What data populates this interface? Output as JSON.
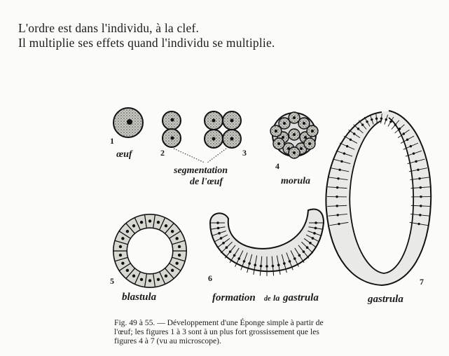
{
  "header": {
    "line1": "L'ordre est  dans l'individu, à la clef.",
    "line2": "Il multiplie ses effets quand l'individu se multiplie."
  },
  "figure": {
    "labels": {
      "fig1_num": "1",
      "fig1_label": "œuf",
      "fig2_num": "2",
      "fig3_num": "3",
      "segmentation_line1": "segmentation",
      "segmentation_line2": "de l'œuf",
      "fig4_num": "4",
      "fig4_label": "morula",
      "fig5_num": "5",
      "fig5_label": "blastula",
      "fig6_num": "6",
      "fig6_label_a": "formation",
      "fig6_label_b": "de",
      "fig6_label_c": "la",
      "fig6_label_d": "gastrula",
      "fig7_num": "7",
      "fig7_label": "gastrula"
    },
    "caption": {
      "line1": "Fig. 49 à 55. — Développement d'une Éponge simple à partir de",
      "line2": "l'œuf; les figures 1 à 3 sont à un plus fort grossissement que les",
      "line3": "figures 4 à 7 (vu au microscope)."
    }
  }
}
